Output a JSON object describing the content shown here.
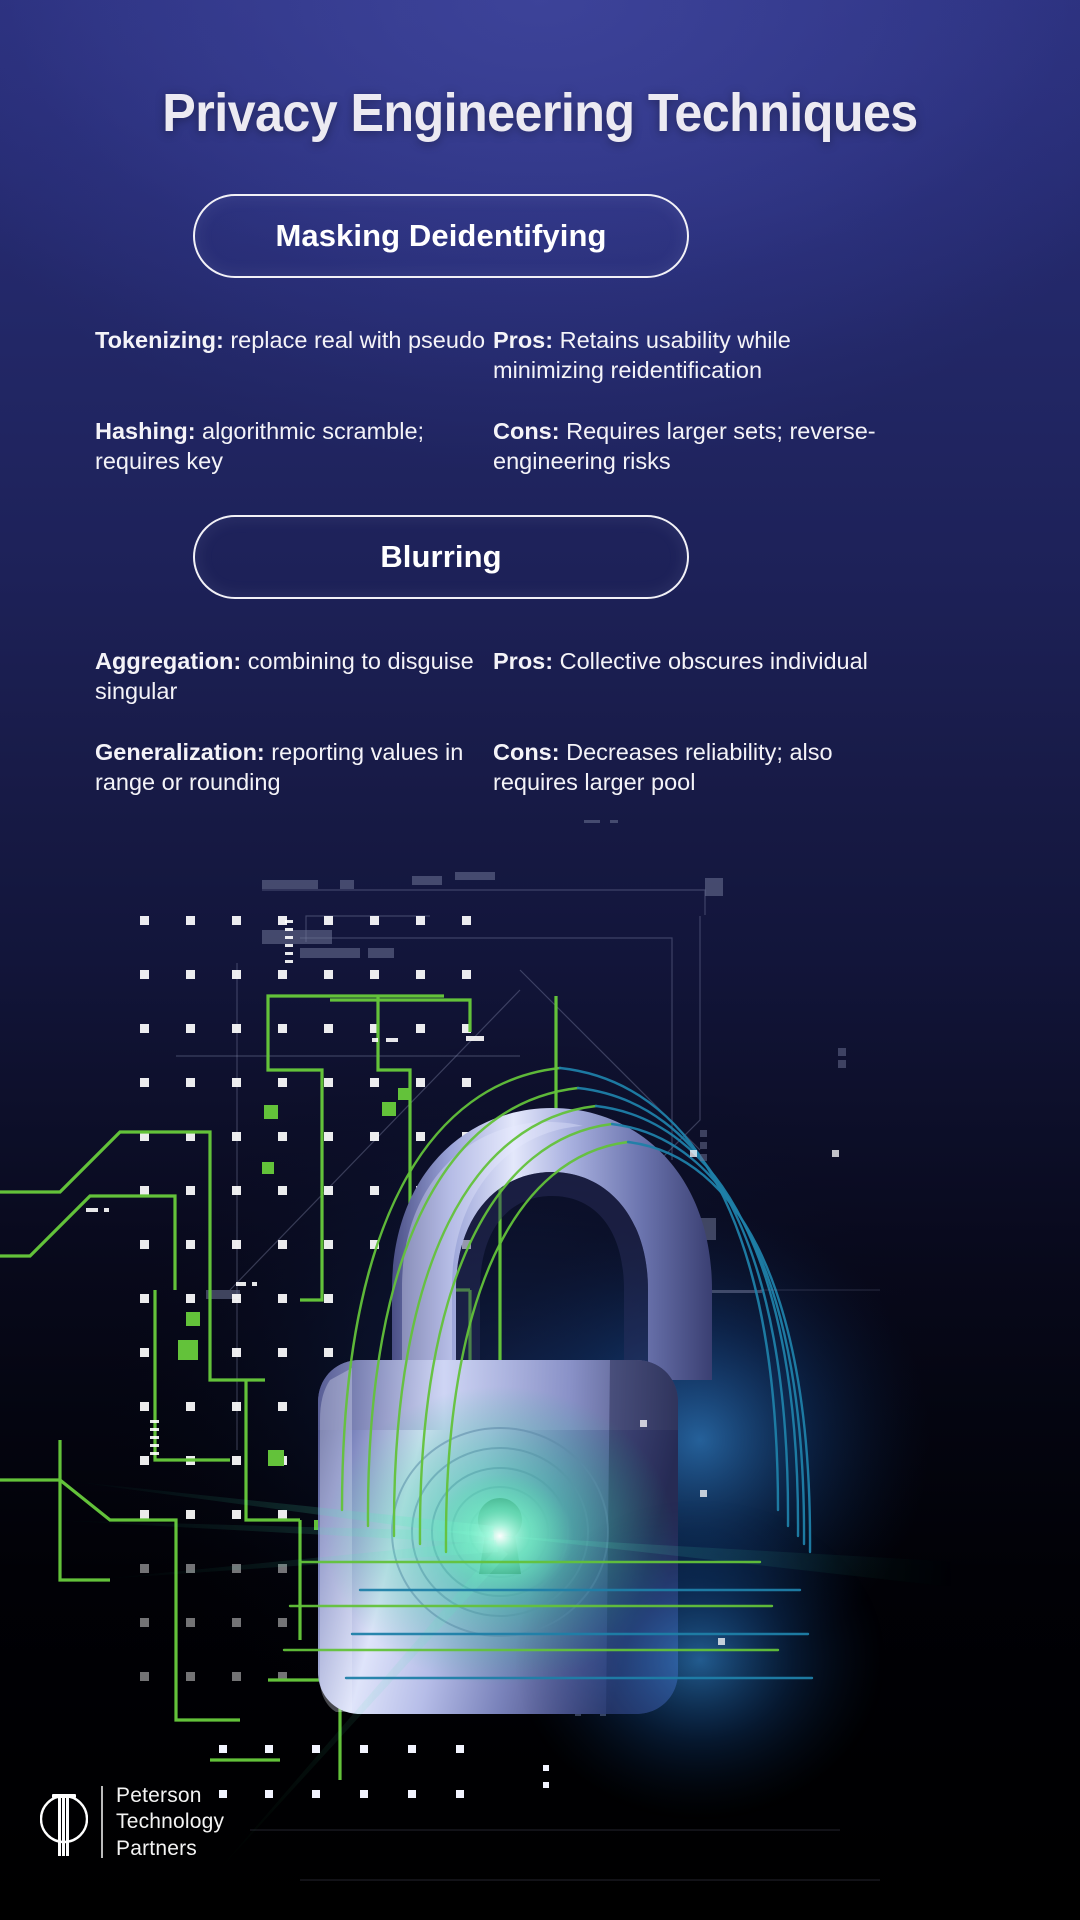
{
  "page": {
    "title": "Privacy Engineering Techniques",
    "background_top": "#2f3585",
    "background_bottom": "#000000",
    "accent_green": "#6cc24a",
    "accent_cyan": "#1f7fa8",
    "lock_highlight": "#c9d1f2"
  },
  "sections": [
    {
      "pill_label": "Masking Deidentifying",
      "left": [
        {
          "term": "Tokenizing:",
          "desc": " replace real with pseudo"
        },
        {
          "term": "Hashing:",
          "desc": " algorithmic scramble; requires key"
        }
      ],
      "right": [
        {
          "term": "Pros:",
          "desc": " Retains usability while minimizing reidentification"
        },
        {
          "term": "Cons:",
          "desc": " Requires larger sets; reverse- engineering risks"
        }
      ]
    },
    {
      "pill_label": "Blurring",
      "left": [
        {
          "term": "Aggregation:",
          "desc": " combining to disguise singular"
        },
        {
          "term": "Generalization:",
          "desc": " reporting values in range or rounding"
        }
      ],
      "right": [
        {
          "term": "Pros:",
          "desc": " Collective obscures individual"
        },
        {
          "term": "Cons:",
          "desc": " Decreases reliability; also requires larger pool"
        }
      ]
    }
  ],
  "artwork": {
    "name": "padlock-circuit-illustration",
    "description": "Glowing metallic padlock over a green circuit-board grid"
  },
  "logo": {
    "mark": "pillar-monogram-icon",
    "line1": "Peterson",
    "line2": "Technology",
    "line3": "Partners"
  }
}
